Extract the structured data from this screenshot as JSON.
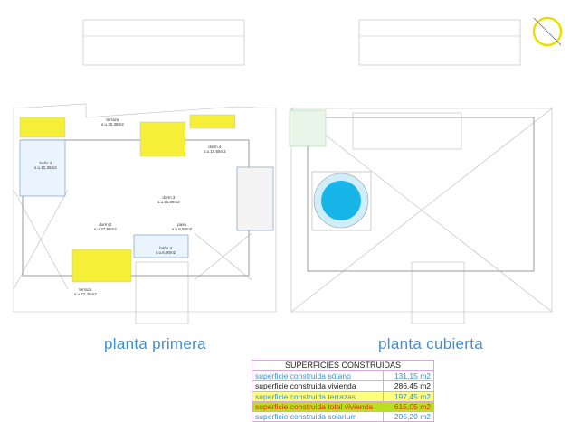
{
  "plans": {
    "left_title": "planta primera",
    "right_title": "planta cubierta"
  },
  "rooms": [
    {
      "name": "terraza",
      "area": "s.u.30,38m2"
    },
    {
      "name": "baño 2",
      "area": "s.u.12,35m2"
    },
    {
      "name": "dorm.4",
      "area": "s.u.19,65m2"
    },
    {
      "name": "dorm.3",
      "area": "s.u.16,29m2"
    },
    {
      "name": "dorm.2",
      "area": "s.u.27,99m2"
    },
    {
      "name": "paso",
      "area": "s.u.8,50m2"
    },
    {
      "name": "baño 3",
      "area": "s.u.6,90m2"
    },
    {
      "name": "terraza",
      "area": "s.u.22,45m2"
    }
  ],
  "table": {
    "header": "SUPERFICIES CONSTRUIDAS",
    "rows": [
      {
        "label": "superficie construida sótano",
        "value": "131,15 m2",
        "color": "#3a8fd0",
        "bg": "#ffffff"
      },
      {
        "label": "superficie construida vivienda",
        "value": "286,45 m2",
        "color": "#222222",
        "bg": "#ffffff"
      },
      {
        "label": "superficie construida terrazas",
        "value": "197,45 m2",
        "color": "#3a8fd0",
        "bg": "#ffff80"
      },
      {
        "label": "superficie construida total vivienda",
        "value": "615,05 m2",
        "color": "#e03010",
        "bg": "#b8e020"
      },
      {
        "label": "superficie construida solarium",
        "value": "205,20 m2",
        "color": "#3a8fd0",
        "bg": "#ffffff"
      }
    ]
  }
}
